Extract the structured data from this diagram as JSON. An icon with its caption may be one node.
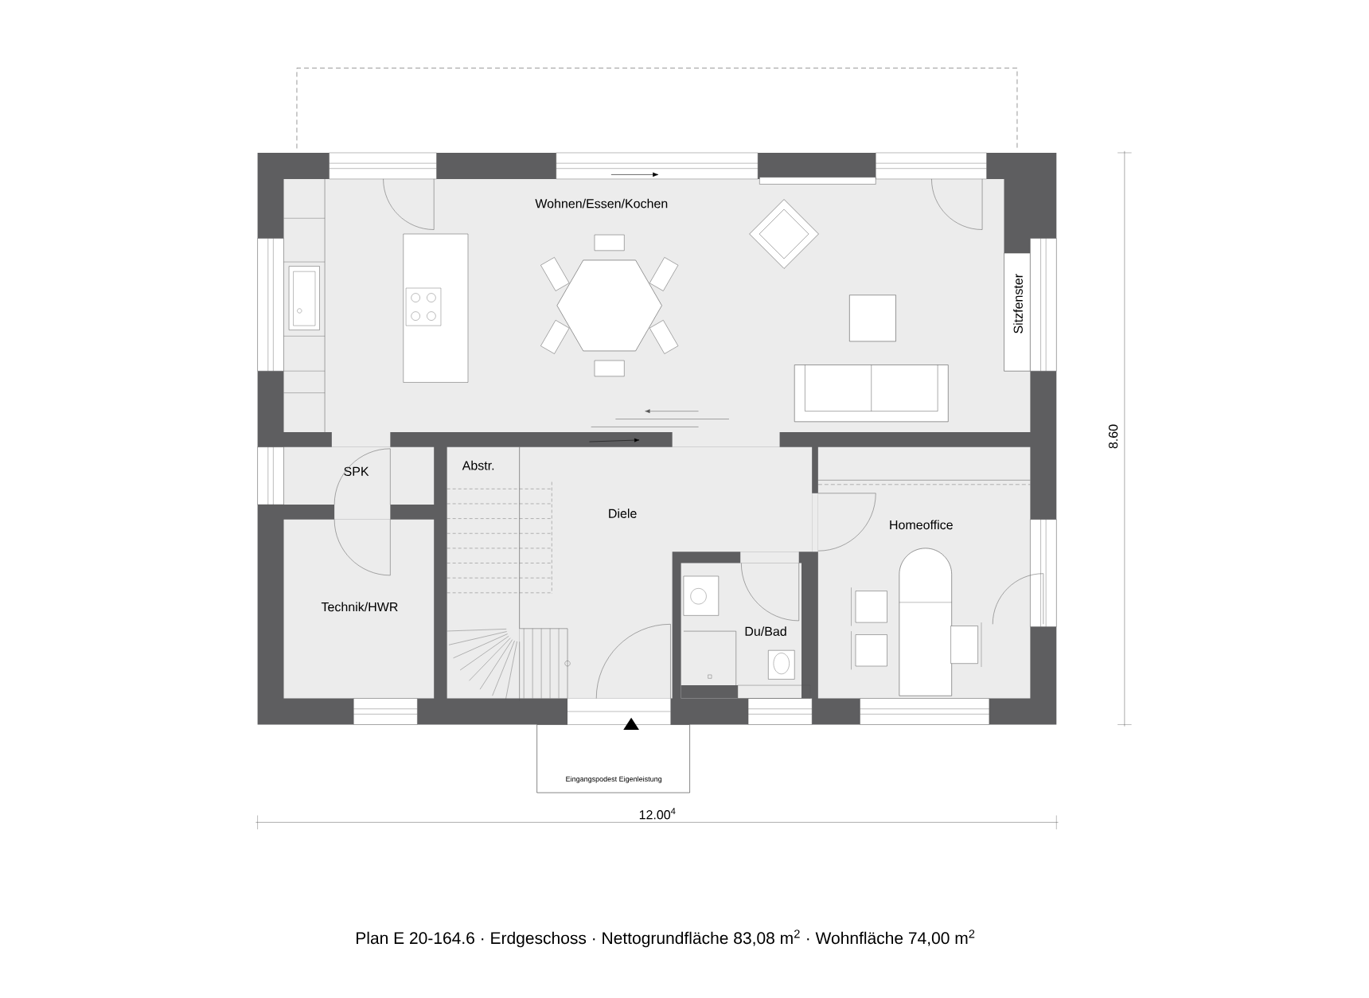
{
  "diagram": {
    "caption": "Plan E 20-164.6 · Erdgeschoss · Nettogrundfläche 83,08 m$^{2}$ · Wohnfläche 74,00 m$^{2}$",
    "nodes": [
      {
        "text": [
          "Wohnen/Essen/Kochen"
        ]
      },
      {
        "text": [
          "Sitzfenster"
        ]
      },
      {
        "text": [
          "SPK"
        ]
      },
      {
        "text": [
          "Abstr."
        ]
      },
      {
        "text": [
          "Diele"
        ]
      },
      {
        "text": [
          "Homeoffice"
        ]
      },
      {
        "text": [
          "Technik/HWR"
        ]
      },
      {
        "text": [
          "Du/Bad"
        ]
      },
      {
        "text": [
          "Eingangspodest Eigenleistung"
        ]
      }
    ],
    "labels": [
      "12.00$^{4}$",
      "8.60"
    ]
  }
}
